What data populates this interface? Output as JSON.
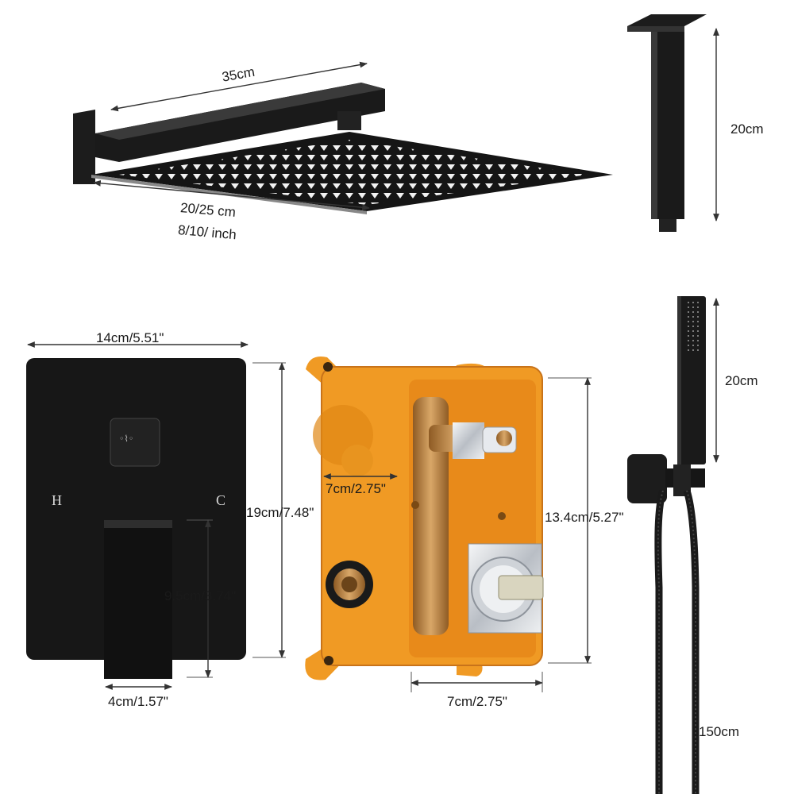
{
  "colors": {
    "product_black": "#151515",
    "product_dark": "#2a2a2a",
    "valve_orange": "#f09a24",
    "valve_orange_dark": "#c8731a",
    "brass": "#c9954f",
    "chrome": "#d9dde2",
    "dimension_line": "#333333"
  },
  "shower_head": {
    "arm_length": "35cm",
    "head_size_cm": "20/25 cm",
    "head_size_inch": "8/10/ inch"
  },
  "ceiling_arm": {
    "length": "20cm"
  },
  "trim_plate": {
    "width": "14cm/5.51\"",
    "height": "19cm/7.48\"",
    "handle_height": "9.5cm/3.74\"",
    "handle_width": "4cm/1.57\"",
    "hot_letter": "H",
    "cold_letter": "C"
  },
  "valve_box": {
    "inner_width": "7cm/2.75\"",
    "height": "13.4cm/5.27\"",
    "bottom_width": "7cm/2.75\""
  },
  "hand_shower": {
    "length": "20cm",
    "hose_length": "150cm"
  }
}
